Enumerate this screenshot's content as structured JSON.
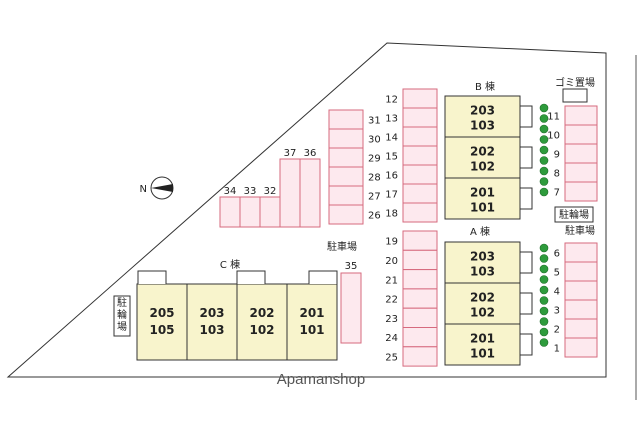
{
  "labels": {
    "building_b": "B 棟",
    "building_a": "A 棟",
    "building_c": "C 棟",
    "garbage": "ゴミ置場",
    "bicycle_top": "駐輪場",
    "bicycle_left": "駐輪場",
    "parking_right": "駐車場",
    "parking_center": "駐車場",
    "north": "N",
    "watermark": "Apamanshop"
  },
  "units": {
    "b": [
      [
        "203",
        "103"
      ],
      [
        "202",
        "102"
      ],
      [
        "201",
        "101"
      ]
    ],
    "a": [
      [
        "203",
        "103"
      ],
      [
        "202",
        "102"
      ],
      [
        "201",
        "101"
      ]
    ],
    "c": [
      [
        "205",
        "105"
      ],
      [
        "203",
        "103"
      ],
      [
        "202",
        "102"
      ],
      [
        "201",
        "101"
      ]
    ]
  },
  "parking": {
    "col_a": [
      "12",
      "13",
      "14",
      "15",
      "16",
      "17",
      "18"
    ],
    "col_b": [
      "19",
      "20",
      "21",
      "22",
      "23",
      "24",
      "25"
    ],
    "col_31": [
      "31",
      "30",
      "29",
      "28",
      "27",
      "26"
    ],
    "right_top": [
      "11",
      "10",
      "9",
      "8",
      "7"
    ],
    "right_bottom": [
      "6",
      "5",
      "4",
      "3",
      "2",
      "1"
    ],
    "row_small": [
      "34",
      "33",
      "32"
    ],
    "tall": [
      "37",
      "36"
    ],
    "single": "35"
  }
}
